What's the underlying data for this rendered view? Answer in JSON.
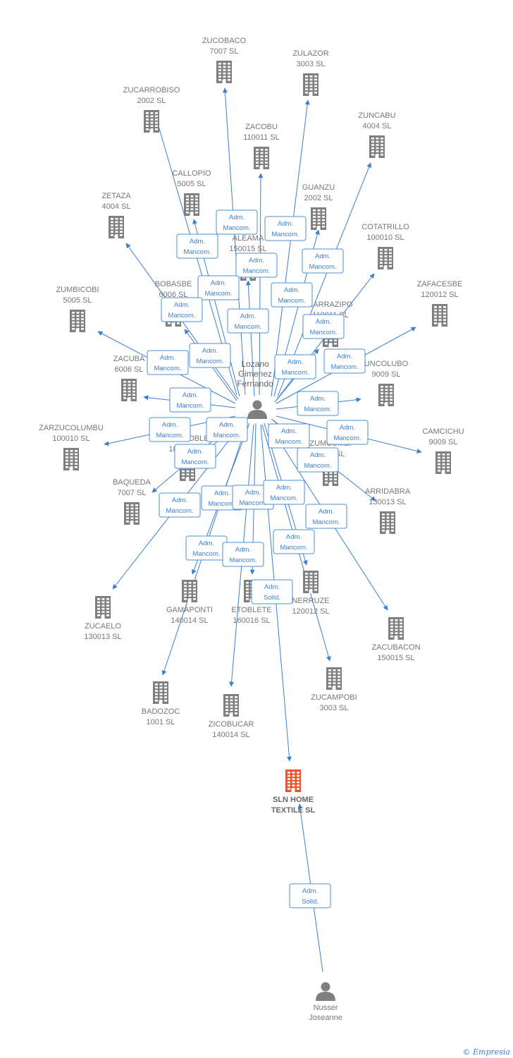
{
  "colors": {
    "edge": "#3b7fd0",
    "company": "#7f7f7f",
    "focus_company": "#e8542c",
    "person": "#7f7f7f"
  },
  "persons": [
    {
      "id": "p1",
      "lines": [
        "Lozano",
        "Gimenez",
        "Fernando"
      ]
    },
    {
      "id": "p2",
      "lines": [
        "Nusser",
        "Joseanne"
      ]
    }
  ],
  "companies": [
    {
      "id": "c0",
      "lines": [
        "ZUCOBACO",
        "7007 SL"
      ]
    },
    {
      "id": "c1",
      "lines": [
        "ZULAZOR",
        "3003 SL"
      ]
    },
    {
      "id": "c2",
      "lines": [
        "ZUCARROBISO",
        "2002 SL"
      ]
    },
    {
      "id": "c3",
      "lines": [
        "ZACOBU",
        "110011 SL"
      ]
    },
    {
      "id": "c4",
      "lines": [
        "ZUNCABU",
        "4004 SL"
      ]
    },
    {
      "id": "c5",
      "lines": [
        "CALLOPIO",
        "5005 SL"
      ]
    },
    {
      "id": "c6",
      "lines": [
        "GUANZU",
        "2002 SL"
      ]
    },
    {
      "id": "c7",
      "lines": [
        "ZETAZA",
        "4004 SL"
      ]
    },
    {
      "id": "c8",
      "lines": [
        "ALEAMA",
        "150015 SL"
      ]
    },
    {
      "id": "c9",
      "lines": [
        "COTATRILLO",
        "100010 SL"
      ]
    },
    {
      "id": "c10",
      "lines": [
        "BOBASBE",
        "6006 SL"
      ]
    },
    {
      "id": "c11",
      "lines": [
        "ZAFACESBE",
        "120012 SL"
      ]
    },
    {
      "id": "c12",
      "lines": [
        "ZUMBICOBI",
        "5005 SL"
      ]
    },
    {
      "id": "c13",
      "lines": [
        "ZARRAZIPO",
        "110011 SL"
      ]
    },
    {
      "id": "c14",
      "lines": [
        "ZACUBA",
        "6006 SL"
      ]
    },
    {
      "id": "c15",
      "lines": [
        "UNCOLUBO",
        "9009 SL"
      ]
    },
    {
      "id": "c16",
      "lines": [
        "ZARZUCOLUMBU",
        "100010 SL"
      ]
    },
    {
      "id": "c17",
      "lines": [
        "CAMCICHU",
        "9009 SL"
      ]
    },
    {
      "id": "c18",
      "lines": [
        "ZUMCOBLE",
        "180018 SL"
      ]
    },
    {
      "id": "c19",
      "lines": [
        "ZUMCUMBI",
        "1001 SL"
      ]
    },
    {
      "id": "c20",
      "lines": [
        "BAQUEDA",
        "7007 SL"
      ]
    },
    {
      "id": "c21",
      "lines": [
        "ARRIDABRA",
        "130013 SL"
      ]
    },
    {
      "id": "c22",
      "lines": [
        "GAMAPONTI",
        "140014 SL"
      ]
    },
    {
      "id": "c23",
      "lines": [
        "ETOBLETE",
        "160016 SL"
      ]
    },
    {
      "id": "c24",
      "lines": [
        "NERRUZE",
        "120012 SL"
      ]
    },
    {
      "id": "c25",
      "lines": [
        "ZUCAELO",
        "130013 SL"
      ]
    },
    {
      "id": "c26",
      "lines": [
        "ZACUBACON",
        "150015 SL"
      ]
    },
    {
      "id": "c27",
      "lines": [
        "BADOZOC",
        "1001 SL"
      ]
    },
    {
      "id": "c28",
      "lines": [
        "ZICOBUCAR",
        "140014 SL"
      ]
    },
    {
      "id": "c29",
      "lines": [
        "ZUCAMPOBI",
        "3003 SL"
      ]
    },
    {
      "id": "focus",
      "lines": [
        "SLN HOME",
        "TEXTILE  SL"
      ],
      "focus": true
    }
  ],
  "edges": [
    {
      "from": "p1",
      "to": "c0",
      "label": [
        "Adm.",
        "Mancom."
      ]
    },
    {
      "from": "p1",
      "to": "c1",
      "label": [
        "Adm.",
        "Mancom."
      ]
    },
    {
      "from": "p1",
      "to": "c2",
      "label": [
        "Adm.",
        "Mancom."
      ]
    },
    {
      "from": "p1",
      "to": "c3",
      "label": [
        "Adm.",
        "Mancom."
      ]
    },
    {
      "from": "p1",
      "to": "c4",
      "label": [
        "Adm.",
        "Mancom."
      ]
    },
    {
      "from": "p1",
      "to": "c5",
      "label": [
        "Adm.",
        "Mancom."
      ]
    },
    {
      "from": "p1",
      "to": "c6",
      "label": [
        "Adm.",
        "Mancom."
      ]
    },
    {
      "from": "p1",
      "to": "c7",
      "label": [
        "Adm.",
        "Mancom."
      ]
    },
    {
      "from": "p1",
      "to": "c8",
      "label": [
        "Adm.",
        "Mancom."
      ]
    },
    {
      "from": "p1",
      "to": "c9",
      "label": [
        "Adm.",
        "Mancom."
      ]
    },
    {
      "from": "p1",
      "to": "c10",
      "label": [
        "Adm.",
        "Mancom."
      ]
    },
    {
      "from": "p1",
      "to": "c11",
      "label": [
        "Adm.",
        "Mancom."
      ]
    },
    {
      "from": "p1",
      "to": "c12",
      "label": [
        "Adm.",
        "Mancom."
      ]
    },
    {
      "from": "p1",
      "to": "c13",
      "label": [
        "Adm.",
        "Mancom."
      ]
    },
    {
      "from": "p1",
      "to": "c14",
      "label": [
        "Adm.",
        "Mancom."
      ]
    },
    {
      "from": "p1",
      "to": "c15",
      "label": [
        "Adm.",
        "Mancom."
      ]
    },
    {
      "from": "p1",
      "to": "c16",
      "label": [
        "Adm.",
        "Mancom."
      ]
    },
    {
      "from": "p1",
      "to": "c17",
      "label": [
        "Adm.",
        "Mancom."
      ]
    },
    {
      "from": "p1",
      "to": "c18",
      "label": [
        "Adm.",
        "Mancom."
      ]
    },
    {
      "from": "p1",
      "to": "c19",
      "label": [
        "Adm.",
        "Mancom."
      ]
    },
    {
      "from": "p1",
      "to": "c20",
      "label": [
        "Adm.",
        "Mancom."
      ]
    },
    {
      "from": "p1",
      "to": "c21",
      "label": [
        "Adm.",
        "Mancom."
      ]
    },
    {
      "from": "p1",
      "to": "c22",
      "label": [
        "Adm.",
        "Mancom."
      ]
    },
    {
      "from": "p1",
      "to": "c23",
      "label": [
        "Adm.",
        "Mancom."
      ]
    },
    {
      "from": "p1",
      "to": "c24",
      "label": [
        "Adm.",
        "Mancom."
      ]
    },
    {
      "from": "p1",
      "to": "c25",
      "label": [
        "Adm.",
        "Mancom."
      ]
    },
    {
      "from": "p1",
      "to": "c26",
      "label": [
        "Adm.",
        "Mancom."
      ]
    },
    {
      "from": "p1",
      "to": "c27",
      "label": [
        "Adm.",
        "Mancom."
      ]
    },
    {
      "from": "p1",
      "to": "c28",
      "label": [
        "Adm.",
        "Mancom."
      ]
    },
    {
      "from": "p1",
      "to": "c29",
      "label": [
        "Adm.",
        "Mancom."
      ]
    },
    {
      "from": "p1",
      "to": "focus",
      "label": [
        "Adm.",
        "Solid."
      ]
    },
    {
      "from": "p2",
      "to": "focus",
      "label": [
        "Adm.",
        "Solid."
      ]
    }
  ],
  "copyright": {
    "symbol": "©",
    "brand": "Empresia"
  }
}
